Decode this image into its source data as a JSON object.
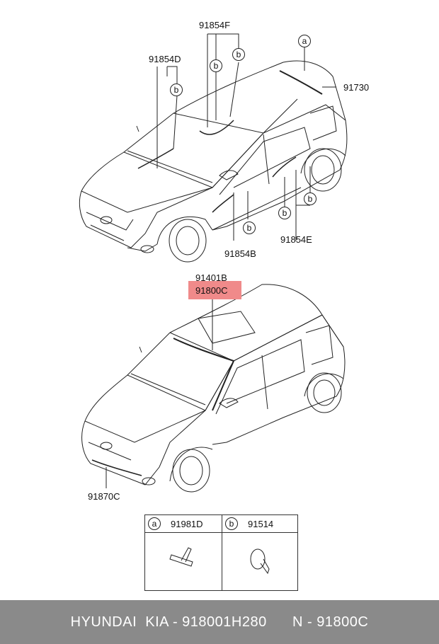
{
  "top_car": {
    "labels": {
      "p91854F": "91854F",
      "p91854D": "91854D",
      "p91730": "91730",
      "p91854B": "91854B",
      "p91854E": "91854E"
    },
    "callouts": {
      "a1": "a",
      "b_f1": "b",
      "b_f2": "b",
      "b_d": "b",
      "b_b": "b",
      "b_e1": "b",
      "b_e2": "b"
    }
  },
  "bottom_car": {
    "labels": {
      "p91401B": "91401B",
      "p91800C": "91800C",
      "p91870C": "91870C"
    }
  },
  "legend": {
    "items": [
      {
        "letter": "a",
        "part": "91981D"
      },
      {
        "letter": "b",
        "part": "91514"
      }
    ]
  },
  "footer": {
    "text": "HYUNDAI  KIA - 918001H280      N - 91800C"
  },
  "colors": {
    "highlight": "#f08a8a",
    "footer_bg": "#8a8a8a",
    "footer_text": "#ffffff"
  }
}
